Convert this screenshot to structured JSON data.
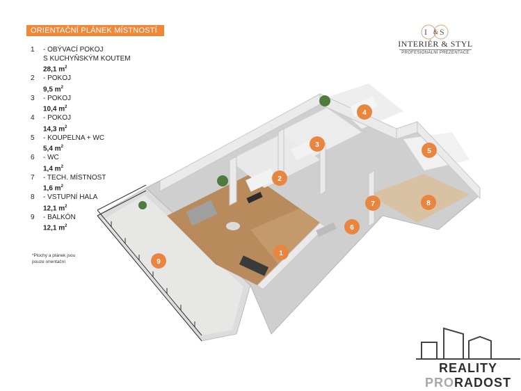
{
  "header": {
    "watermark": "Realit",
    "title": "ORIENTAČNÍ PLÁNEK MÍSTNOSTÍ"
  },
  "legend": [
    {
      "num": "1",
      "label": "- OBÝVACÍ POKOJ",
      "label2": "S KUCHYŇSKÝM KOUTEM",
      "area": "28,1 m",
      "unit": "2"
    },
    {
      "num": "2",
      "label": "- POKOJ",
      "label2": "",
      "area": "9,5 m",
      "unit": "2"
    },
    {
      "num": "3",
      "label": "- POKOJ",
      "label2": "",
      "area": "10,4 m",
      "unit": "2"
    },
    {
      "num": "4",
      "label": "- POKOJ",
      "label2": "",
      "area": "14,3 m",
      "unit": "2"
    },
    {
      "num": "5",
      "label": "- KOUPELNA + WC",
      "label2": "",
      "area": "5,4 m",
      "unit": "2"
    },
    {
      "num": "6",
      "label": "- WC",
      "label2": "",
      "area": "1,4 m",
      "unit": "2"
    },
    {
      "num": "7",
      "label": "- TECH. MÍSTNOST",
      "label2": "",
      "area": "1,6 m",
      "unit": "2"
    },
    {
      "num": "8",
      "label": "- VSTUPNÍ HALA",
      "label2": "",
      "area": "12,1 m",
      "unit": "2"
    },
    {
      "num": "9",
      "label": "- BALKÓN",
      "label2": "",
      "area": "12,1 m",
      "unit": "2"
    }
  ],
  "footnote": {
    "line1": "*Plochy a plánek jsou",
    "line2": "pouze orientační"
  },
  "logo_is": {
    "initials_left": "I",
    "initials_right": "S",
    "amp": "&",
    "name": "INTERIÉR & STYL",
    "tagline": "PROFESIONÁLNÍ PREZENTACE"
  },
  "plan": {
    "room_markers": [
      "1",
      "2",
      "3",
      "4",
      "5",
      "6",
      "7",
      "8",
      "9"
    ]
  },
  "brand": {
    "line1": "REALITY",
    "line2_pro": "PRO",
    "line2_rest": "RADOST"
  },
  "colors": {
    "accent_orange": "#f0883a",
    "marker_orange": "#e8853f",
    "floor_wood": "#b88a5c",
    "wall": "#e4e4e4",
    "balcony_floor": "#d8d8d8"
  }
}
